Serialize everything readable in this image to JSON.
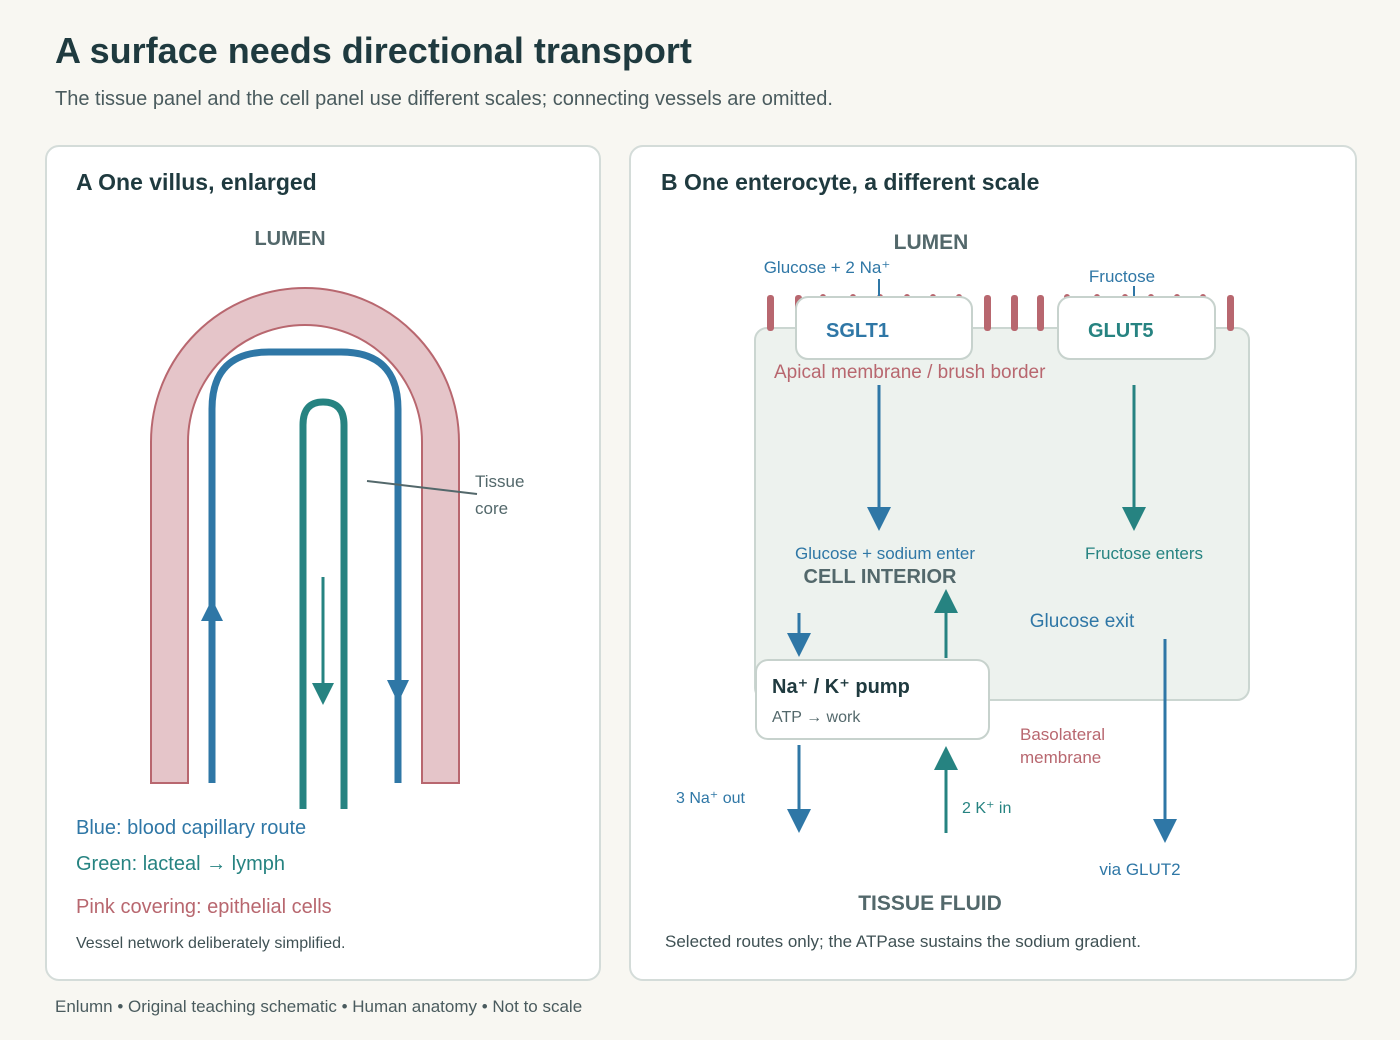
{
  "title": "A surface needs directional transport",
  "subtitle": "The tissue panel and the cell panel use different scales; connecting vessels are omitted.",
  "footer": "Enlumn • Original teaching schematic • Human anatomy • Not to scale",
  "colors": {
    "blue": "#2f77a6",
    "green": "#268381",
    "pink": "#b8676f",
    "pink_fill": "#e5c5c9",
    "cell_fill": "#edf2ee",
    "text_dark": "#213b40",
    "text_gray": "#53686b"
  },
  "panel_a": {
    "title": "A One villus, enlarged",
    "lumen": "LUMEN",
    "tissue_core_line1": "Tissue",
    "tissue_core_line2": "core",
    "legend_blue": "Blue: blood capillary route",
    "legend_green": "Green: lacteal → lymph",
    "legend_pink": "Pink covering: epithelial cells",
    "note": "Vessel network deliberately simplified."
  },
  "panel_b": {
    "title": "B One enterocyte, a different scale",
    "lumen": "LUMEN",
    "glucose_in": "Glucose + 2 Na⁺",
    "fructose_in": "Fructose",
    "sglt1": "SGLT1",
    "glut5": "GLUT5",
    "apical": "Apical membrane / brush border",
    "glucose_sodium_enter": "Glucose + sodium enter",
    "fructose_enters": "Fructose enters",
    "cell_interior": "CELL INTERIOR",
    "glucose_exit": "Glucose exit",
    "pump_title": "Na⁺ / K⁺ pump",
    "pump_sub": "ATP → work",
    "basolateral_line1": "Basolateral",
    "basolateral_line2": "membrane",
    "na_out": "3 Na⁺ out",
    "k_in": "2 K⁺ in",
    "via_glut2": "via GLUT2",
    "tissue_fluid": "TISSUE FLUID",
    "note": "Selected routes only; the ATPase sustains the sodium gradient."
  }
}
